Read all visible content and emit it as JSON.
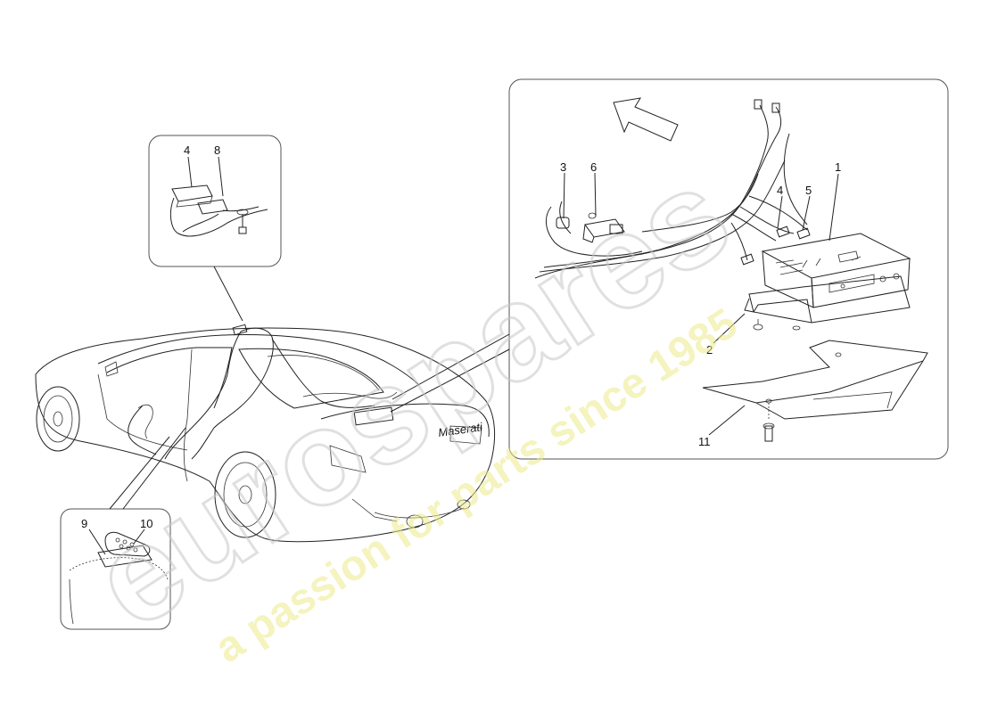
{
  "watermark": {
    "brand": "eurospares",
    "tagline": "a passion for parts since 1985",
    "color_brand": "#d8d8d8",
    "color_tagline": "#f2ef9a"
  },
  "callouts": {
    "top_left": [
      "4",
      "8"
    ],
    "main": [
      "1",
      "2",
      "3",
      "4",
      "5",
      "6",
      "11"
    ],
    "bottom_left": [
      "9",
      "10"
    ]
  },
  "car_badge": "Maserati",
  "colors": {
    "line": "#222222",
    "panel_border": "#555555",
    "background": "#ffffff"
  }
}
